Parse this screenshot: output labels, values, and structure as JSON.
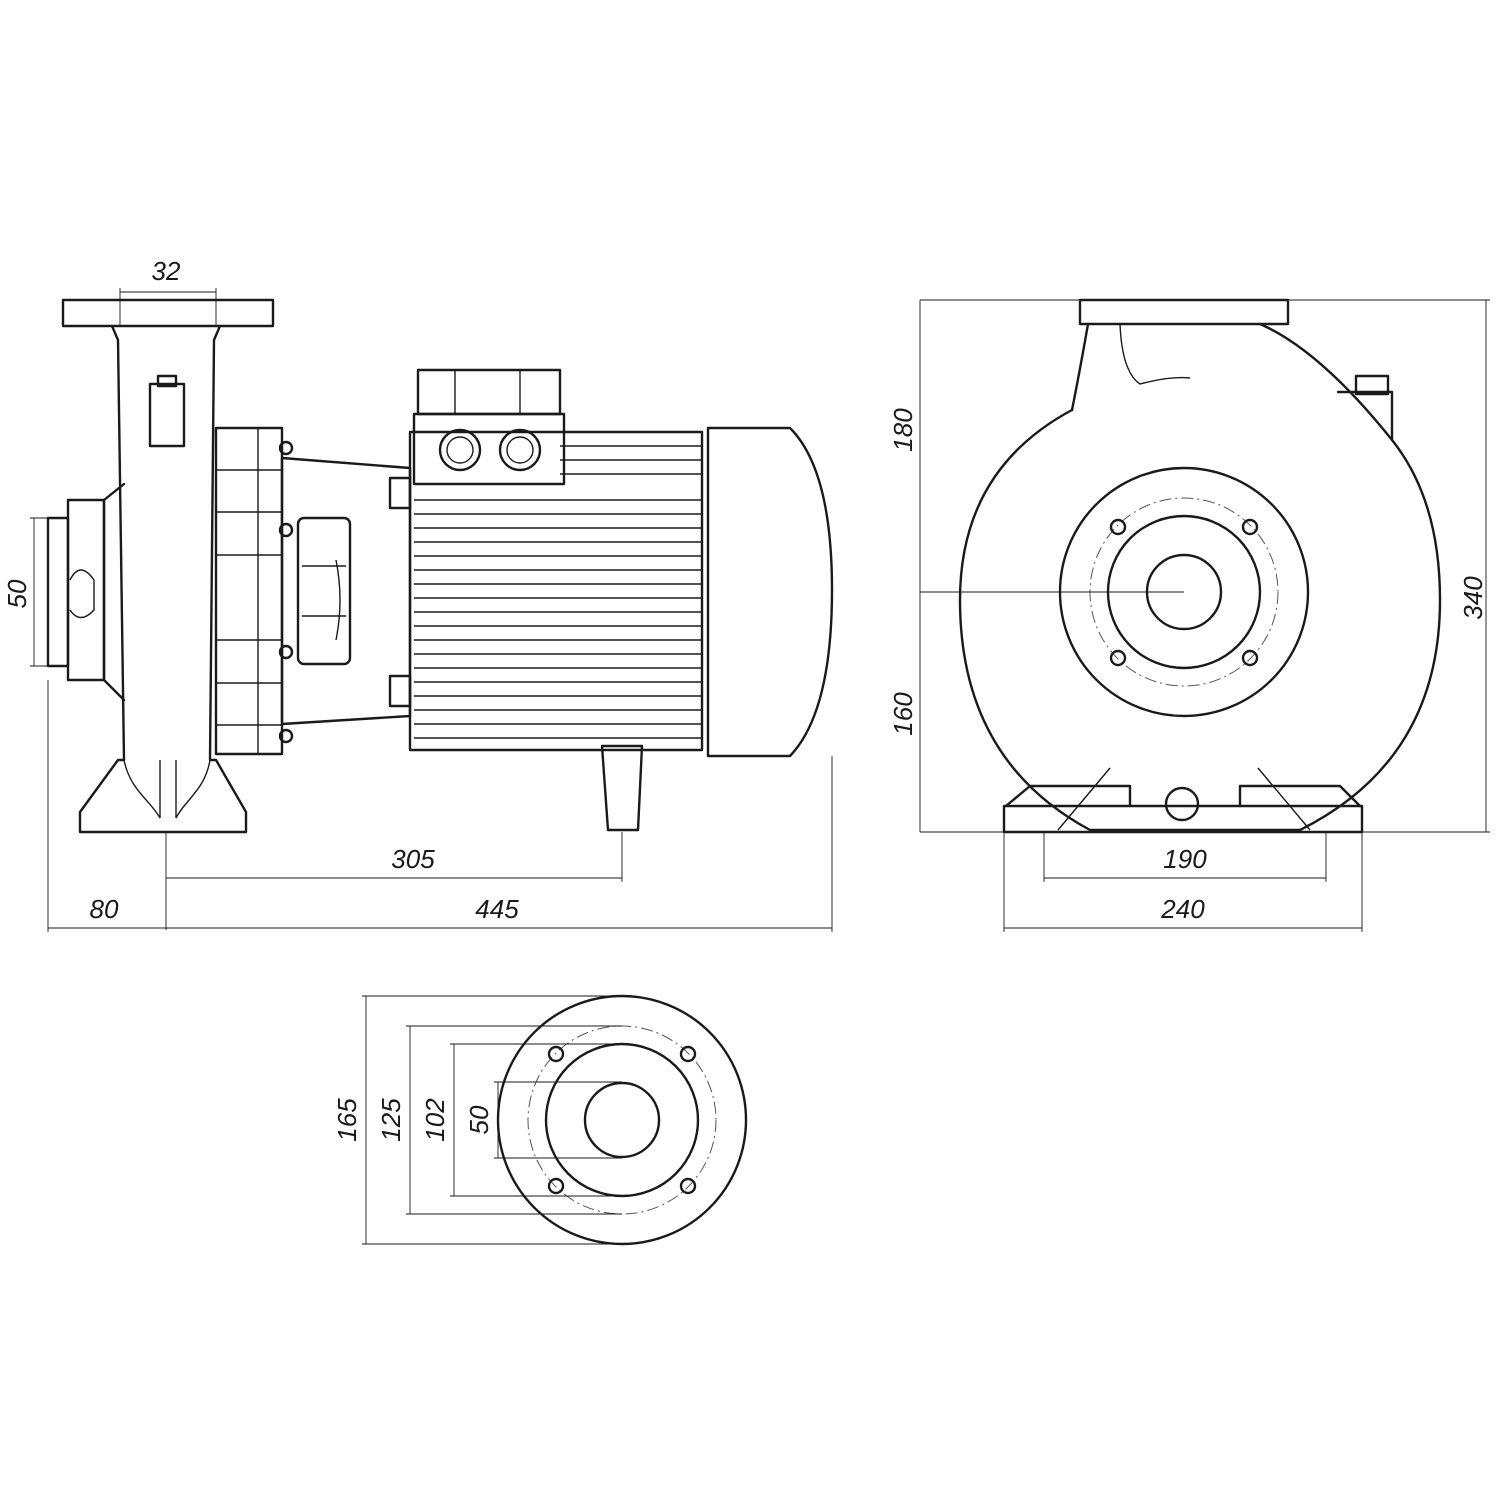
{
  "dimensions": {
    "side_view": {
      "outlet_bore": "32",
      "inlet_bore": "50",
      "foot_to_motor_foot": "305",
      "inlet_offset": "80",
      "overall_length": "445"
    },
    "front_view": {
      "upper_height": "180",
      "lower_height": "160",
      "overall_height": "340",
      "foot_bolt_spacing": "190",
      "foot_width": "240"
    },
    "flange_view": {
      "outer_diameter": "165",
      "bolt_circle": "125",
      "raised_face": "102",
      "bore": "50"
    }
  }
}
